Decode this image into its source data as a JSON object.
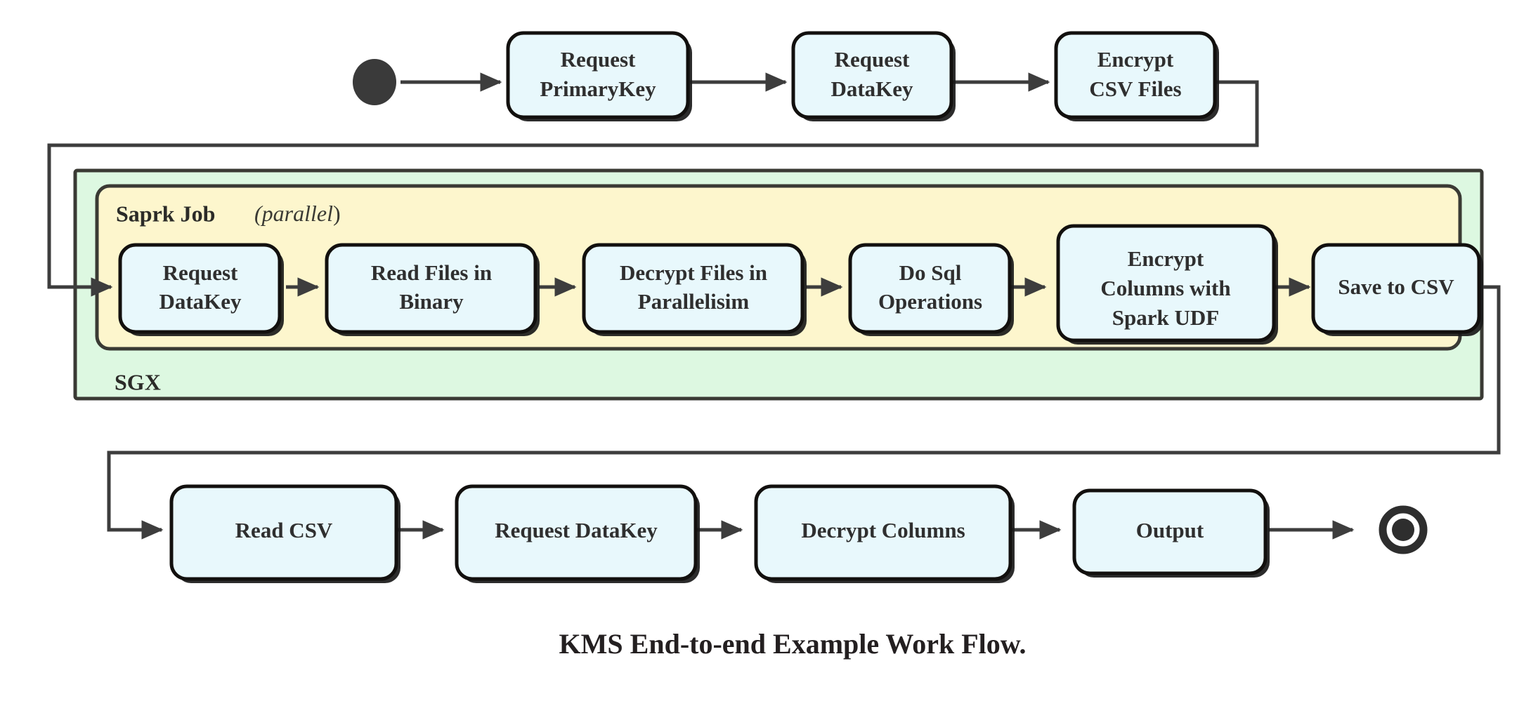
{
  "diagram": {
    "title": "KMS End-to-end Example Work Flow.",
    "type": "activity-flowchart",
    "colors": {
      "node_fill": "#e8f8fc",
      "node_stroke": "#12100e",
      "sgx_group_fill": "#ddf8e1",
      "spark_group_fill": "#fdf6cd",
      "group_stroke": "#3a3a34",
      "edge_stroke": "#3d3d3d",
      "start_node_fill": "#3a3a3a",
      "end_node_fill": "#2e2e2e",
      "text_fill": "#2f2f2f",
      "background": "#ffffff"
    },
    "start_node": {
      "name": "initial-state"
    },
    "end_node": {
      "name": "final-state"
    },
    "groups": {
      "outer": {
        "label": "SGX"
      },
      "inner": {
        "label": "Saprk Job",
        "qualifier": "(",
        "qualifier_italic": "parallel",
        "qualifier_end": ")"
      }
    },
    "rows": [
      {
        "id": "row-top",
        "nodes": [
          {
            "id": "request-primarykey",
            "lines": [
              "Request",
              "PrimaryKey"
            ]
          },
          {
            "id": "request-datakey-top",
            "lines": [
              "Request",
              "DataKey"
            ]
          },
          {
            "id": "encrypt-csv-files",
            "lines": [
              "Encrypt",
              "CSV Files"
            ]
          }
        ]
      },
      {
        "id": "row-spark",
        "nodes": [
          {
            "id": "request-datakey-spark",
            "lines": [
              "Request",
              "DataKey"
            ]
          },
          {
            "id": "read-files-in-binary",
            "lines": [
              "Read Files in",
              "Binary"
            ]
          },
          {
            "id": "decrypt-files-in-parallelisim",
            "lines": [
              "Decrypt Files in",
              "Parallelisim"
            ]
          },
          {
            "id": "do-sql-operations",
            "lines": [
              "Do Sql",
              "Operations"
            ]
          },
          {
            "id": "encrypt-columns-with-spark-udf",
            "lines": [
              "Encrypt",
              "Columns with",
              "Spark UDF"
            ]
          },
          {
            "id": "save-to-csv",
            "lines": [
              "Save to CSV"
            ]
          }
        ]
      },
      {
        "id": "row-bottom",
        "nodes": [
          {
            "id": "read-csv",
            "lines": [
              "Read CSV"
            ]
          },
          {
            "id": "request-datakey-bottom",
            "lines": [
              "Request DataKey"
            ]
          },
          {
            "id": "decrypt-columns",
            "lines": [
              "Decrypt Columns"
            ]
          },
          {
            "id": "output",
            "lines": [
              "Output"
            ]
          }
        ]
      }
    ],
    "edges": [
      {
        "from": "initial-state",
        "to": "request-primarykey"
      },
      {
        "from": "request-primarykey",
        "to": "request-datakey-top"
      },
      {
        "from": "request-datakey-top",
        "to": "encrypt-csv-files"
      },
      {
        "from": "encrypt-csv-files",
        "to": "request-datakey-spark"
      },
      {
        "from": "request-datakey-spark",
        "to": "read-files-in-binary"
      },
      {
        "from": "read-files-in-binary",
        "to": "decrypt-files-in-parallelisim"
      },
      {
        "from": "decrypt-files-in-parallelisim",
        "to": "do-sql-operations"
      },
      {
        "from": "do-sql-operations",
        "to": "encrypt-columns-with-spark-udf"
      },
      {
        "from": "encrypt-columns-with-spark-udf",
        "to": "save-to-csv"
      },
      {
        "from": "save-to-csv",
        "to": "read-csv"
      },
      {
        "from": "read-csv",
        "to": "request-datakey-bottom"
      },
      {
        "from": "request-datakey-bottom",
        "to": "decrypt-columns"
      },
      {
        "from": "decrypt-columns",
        "to": "output"
      },
      {
        "from": "output",
        "to": "final-state"
      }
    ]
  }
}
